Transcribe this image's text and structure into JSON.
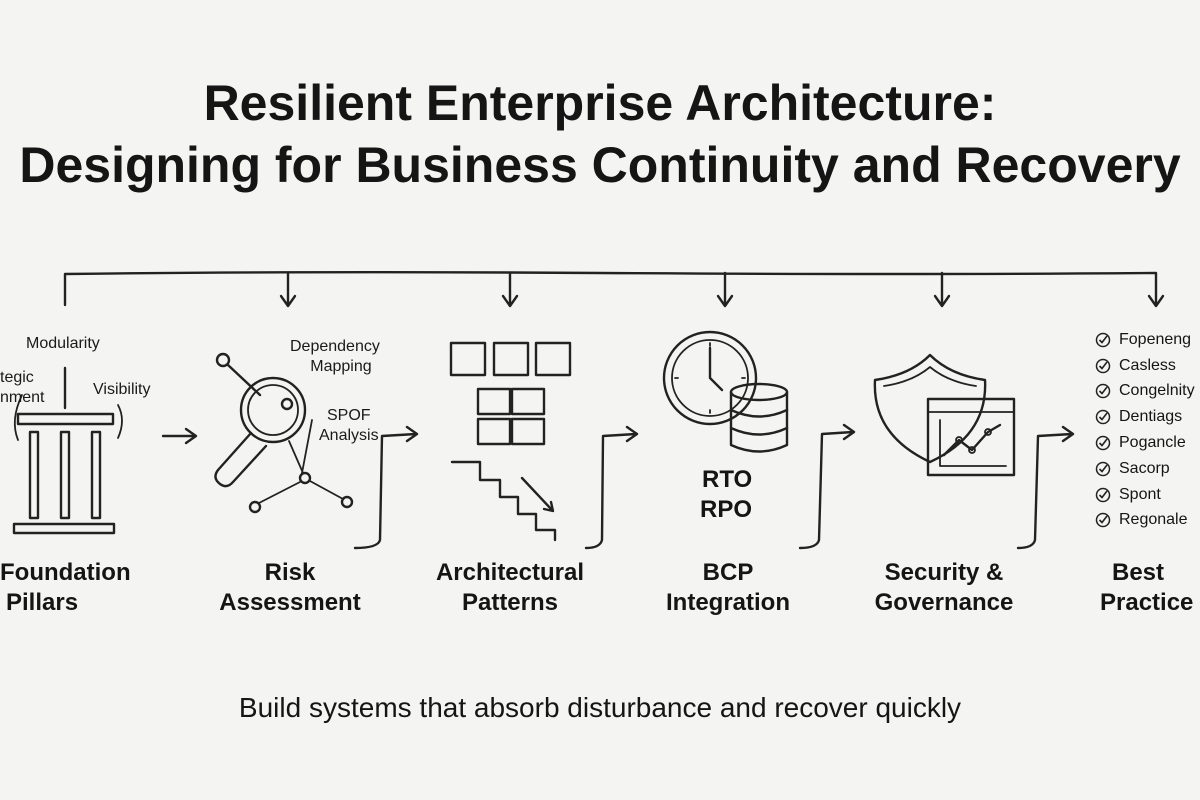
{
  "header": {
    "title_line1": "Resilient Enterprise Architecture:",
    "title_line2": "Designing for Business Continuity and Recovery"
  },
  "stages": [
    {
      "line1": "Foundation",
      "line2": "Pillars",
      "icon": "pillars-icon"
    },
    {
      "line1": "Risk",
      "line2": "Assessment",
      "icon": "magnifier-network-icon"
    },
    {
      "line1": "Architectural",
      "line2": "Patterns",
      "icon": "blocks-stairs-icon"
    },
    {
      "line1": "BCP",
      "line2": "Integration",
      "icon": "clock-database-icon"
    },
    {
      "line1": "Security &",
      "line2": "Governance",
      "icon": "shield-chart-icon"
    },
    {
      "line1": "Best",
      "line2": "Practice",
      "icon": "checklist-icon"
    }
  ],
  "foundation": {
    "modularity": "Modularity",
    "strategic_1": "tegic",
    "strategic_2": "nment",
    "visibility": "Visibility"
  },
  "risk": {
    "dependency_1": "Dependency",
    "dependency_2": "Mapping",
    "spof_1": "SPOF",
    "spof_2": "Analysis"
  },
  "bcp": {
    "rto": "RTO",
    "rpo": "RPO"
  },
  "best_practices": [
    "Fopeneng",
    "Casless",
    "Congelnity",
    "Dentiags",
    "Pogancle",
    "Sacorp",
    "Spont",
    "Regonale"
  ],
  "tagline": "Build systems that absorb disturbance and recover quickly"
}
